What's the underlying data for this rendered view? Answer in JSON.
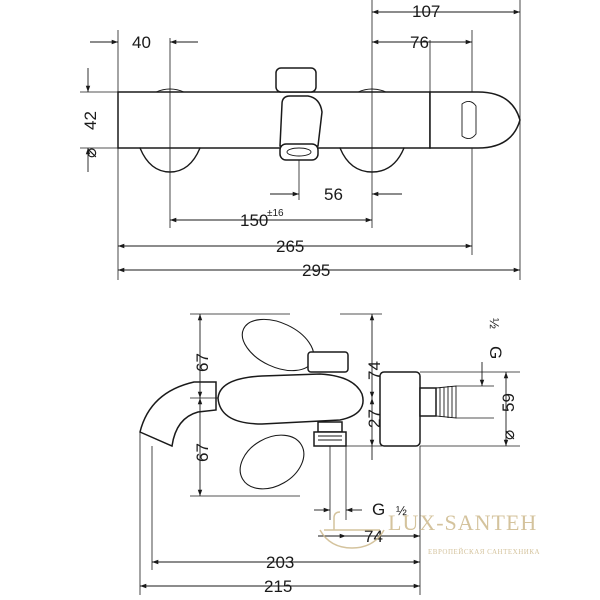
{
  "top_view": {
    "dims": {
      "d107": "107",
      "d40": "40",
      "d76": "76",
      "d42": "42",
      "dia_symbol": "⌀",
      "d56": "56",
      "d150": "150",
      "d150_tol": "±16",
      "d265": "265",
      "d295": "295"
    }
  },
  "side_view": {
    "dims": {
      "d67_top": "67",
      "d74": "74",
      "g_half_right_g": "G",
      "g_half_right_frac": "½",
      "d59": "59",
      "dia_symbol": "⌀",
      "d27": "27",
      "d67_bottom": "67",
      "g_half_bottom_g": "G",
      "g_half_bottom_frac": "½",
      "d74_bottom": "74",
      "d203": "203",
      "d215": "215"
    }
  },
  "watermark": {
    "brand": "LUX-SANTEH",
    "tagline": "ЕВРОПЕЙСКАЯ САНТЕХНИКА"
  }
}
